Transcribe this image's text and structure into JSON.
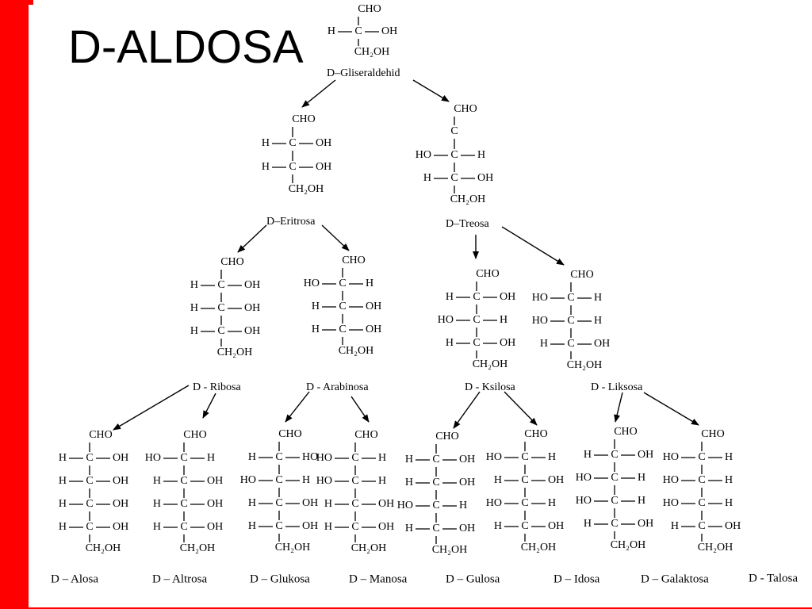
{
  "slide": {
    "title": "D-ALDOSA",
    "accent_color": "#ff0000"
  },
  "structures": [
    {
      "id": "gliseraldehid",
      "label": "D–Gliseraldehid",
      "rows": [
        [
          "H",
          "OH"
        ]
      ]
    },
    {
      "id": "eritrosa",
      "label": "D–Eritrosa",
      "rows": [
        [
          "H",
          "OH"
        ],
        [
          "H",
          "OH"
        ]
      ]
    },
    {
      "id": "treosa",
      "label": "D–Treosa",
      "rows": [
        [
          "HO",
          "H"
        ],
        [
          "H",
          "OH"
        ]
      ]
    },
    {
      "id": "ribosa",
      "label": "D - Ribosa",
      "rows": [
        [
          "H",
          "OH"
        ],
        [
          "H",
          "OH"
        ],
        [
          "H",
          "OH"
        ]
      ]
    },
    {
      "id": "arabinosa",
      "label": "D - Arabinosa",
      "rows": [
        [
          "HO",
          "H"
        ],
        [
          "H",
          "OH"
        ],
        [
          "H",
          "OH"
        ]
      ]
    },
    {
      "id": "ksilosa",
      "label": "D - Ksilosa",
      "rows": [
        [
          "H",
          "OH"
        ],
        [
          "HO",
          "H"
        ],
        [
          "H",
          "OH"
        ]
      ]
    },
    {
      "id": "liksosa",
      "label": "D - Liksosa",
      "rows": [
        [
          "HO",
          "H"
        ],
        [
          "HO",
          "H"
        ],
        [
          "H",
          "OH"
        ]
      ]
    },
    {
      "id": "alosa",
      "label": "D – Alosa",
      "rows": [
        [
          "H",
          "OH"
        ],
        [
          "H",
          "OH"
        ],
        [
          "H",
          "OH"
        ],
        [
          "H",
          "OH"
        ]
      ]
    },
    {
      "id": "altrosa",
      "label": "D – Altrosa",
      "rows": [
        [
          "HO",
          "H"
        ],
        [
          "H",
          "OH"
        ],
        [
          "H",
          "OH"
        ],
        [
          "H",
          "OH"
        ]
      ]
    },
    {
      "id": "glukosa",
      "label": "D – Glukosa",
      "rows": [
        [
          "H",
          "HO"
        ],
        [
          "HO",
          "H"
        ],
        [
          "H",
          "OH"
        ],
        [
          "H",
          "OH"
        ]
      ]
    },
    {
      "id": "manosa",
      "label": "D – Manosa",
      "rows": [
        [
          "HO",
          "H"
        ],
        [
          "HO",
          "H"
        ],
        [
          "H",
          "OH"
        ],
        [
          "H",
          "OH"
        ]
      ]
    },
    {
      "id": "gulosa",
      "label": "D – Gulosa",
      "rows": [
        [
          "H",
          "OH"
        ],
        [
          "H",
          "OH"
        ],
        [
          "HO",
          "H"
        ],
        [
          "H",
          "OH"
        ]
      ]
    },
    {
      "id": "idosa",
      "label": "D – Idosa",
      "rows": [
        [
          "HO",
          "H"
        ],
        [
          "H",
          "OH"
        ],
        [
          "HO",
          "H"
        ],
        [
          "H",
          "OH"
        ]
      ]
    },
    {
      "id": "galaktosa",
      "label": "D – Galaktosa",
      "rows": [
        [
          "H",
          "OH"
        ],
        [
          "HO",
          "H"
        ],
        [
          "HO",
          "H"
        ],
        [
          "H",
          "OH"
        ]
      ]
    },
    {
      "id": "talosa",
      "label": "D - Talosa",
      "rows": [
        [
          "HO",
          "H"
        ],
        [
          "HO",
          "H"
        ],
        [
          "HO",
          "H"
        ],
        [
          "H",
          "OH"
        ]
      ]
    }
  ],
  "groups": {
    "top": "CHO",
    "center": "C",
    "bottom": "CH₂OH"
  },
  "extra_text": {
    "treosa_top_c": "C"
  }
}
